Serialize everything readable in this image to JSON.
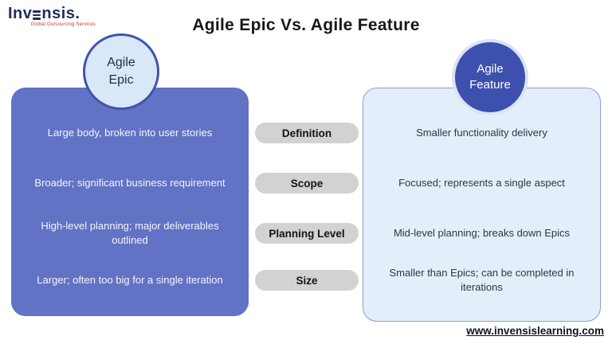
{
  "page": {
    "title": "Agile Epic Vs. Agile Feature",
    "footer_url": "www.invensislearning.com"
  },
  "logo": {
    "brand_prefix": "Inv",
    "brand_suffix": "nsis.",
    "brand_full": "Invensis.",
    "tagline": "Global Outsourcing Services"
  },
  "comparison": {
    "criteria": [
      "Definition",
      "Scope",
      "Planning Level",
      "Size"
    ],
    "left": {
      "heading_line1": "Agile",
      "heading_line2": "Epic",
      "rows": [
        "Large body, broken into user stories",
        "Broader; significant business requirement",
        "High-level planning; major deliverables outlined",
        "Larger; often too big for a single iteration"
      ]
    },
    "right": {
      "heading_line1": "Agile",
      "heading_line2": "Feature",
      "rows": [
        "Smaller functionality delivery",
        "Focused; represents a single aspect",
        "Mid-level planning; breaks down Epics",
        "Smaller than Epics; can be completed in iterations"
      ]
    }
  },
  "colors": {
    "left_panel": "#6272C4",
    "left_circle_fill": "#D9E8F7",
    "left_circle_border": "#4053AE",
    "right_circle_fill": "#3E50AE",
    "right_circle_ring": "#D8E5F4",
    "right_panel_fill": "#E4EEFA",
    "right_panel_border": "#8C9BD9",
    "pill_bg": "#D2D2D2",
    "logo_navy": "#232B5F",
    "logo_red": "#C0392B"
  }
}
